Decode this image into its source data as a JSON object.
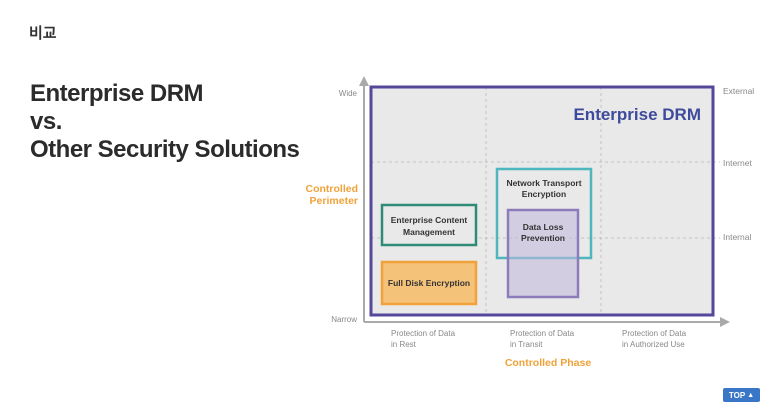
{
  "section_label": "비교",
  "headline": {
    "line1": "Enterprise DRM",
    "line2": "vs.",
    "line3": "Other Security Solutions"
  },
  "top_button": {
    "label": "TOP",
    "icon": "chevron-up-icon"
  },
  "diagram": {
    "colors": {
      "frame": "#54489a",
      "frame_title": "#3e4a9c",
      "content_mgmt": "#2f8a76",
      "network": "#4fb5bf",
      "dlp": "#8d7cbb",
      "disk_border": "#f2a23a",
      "disk_fill": "#f5c27a",
      "axis_label": "#f0a23a",
      "axis_text": "#888888"
    },
    "y_axis": {
      "title_line1": "Controlled",
      "title_line2": "Perimeter",
      "top_label": "Wide",
      "bottom_label": "Narrow"
    },
    "x_axis": {
      "title": "Controlled Phase",
      "ticks": [
        {
          "line1": "Protection of Data",
          "line2": "in Rest"
        },
        {
          "line1": "Protection of Data",
          "line2": "in Transit"
        },
        {
          "line1": "Protection of Data",
          "line2": "in Authorized Use"
        }
      ]
    },
    "right_labels": [
      "External",
      "Internet",
      "Internal"
    ],
    "frame_title": "Enterprise DRM",
    "boxes": {
      "content_mgmt": {
        "line1": "Enterprise Content",
        "line2": "Management"
      },
      "network": {
        "line1": "Network Transport",
        "line2": "Encryption"
      },
      "dlp": {
        "line1": "Data Loss",
        "line2": "Prevention"
      },
      "disk": {
        "line1": "Full Disk Encryption"
      }
    }
  }
}
